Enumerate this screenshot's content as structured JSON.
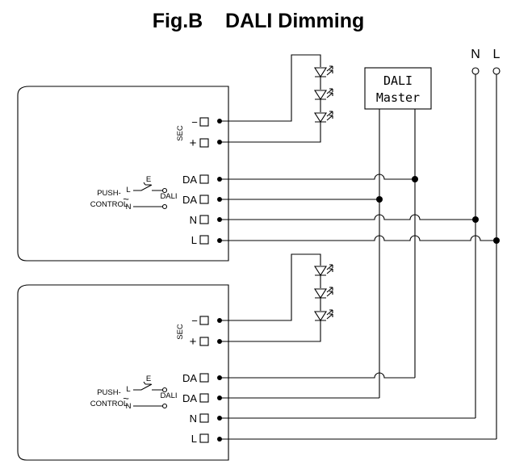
{
  "title": "Fig.B    DALI Dimming",
  "master": {
    "line1": "DALI",
    "line2": "Master"
  },
  "mains": {
    "n": "N",
    "l": "L"
  },
  "drivers": [
    {
      "sec_label": "SEC",
      "minus": "−",
      "plus": "+",
      "terminals": [
        "DA",
        "DA",
        "N",
        "L"
      ],
      "push_label_1": "PUSH-",
      "push_label_2": "CONTROL",
      "tilde": "~",
      "pc_l": "L",
      "pc_n": "N",
      "pc_dali": "DALI",
      "switch_e": "E"
    },
    {
      "sec_label": "SEC",
      "minus": "−",
      "plus": "+",
      "terminals": [
        "DA",
        "DA",
        "N",
        "L"
      ],
      "push_label_1": "PUSH-",
      "push_label_2": "CONTROL",
      "tilde": "~",
      "pc_l": "L",
      "pc_n": "N",
      "pc_dali": "DALI",
      "switch_e": "E"
    }
  ]
}
